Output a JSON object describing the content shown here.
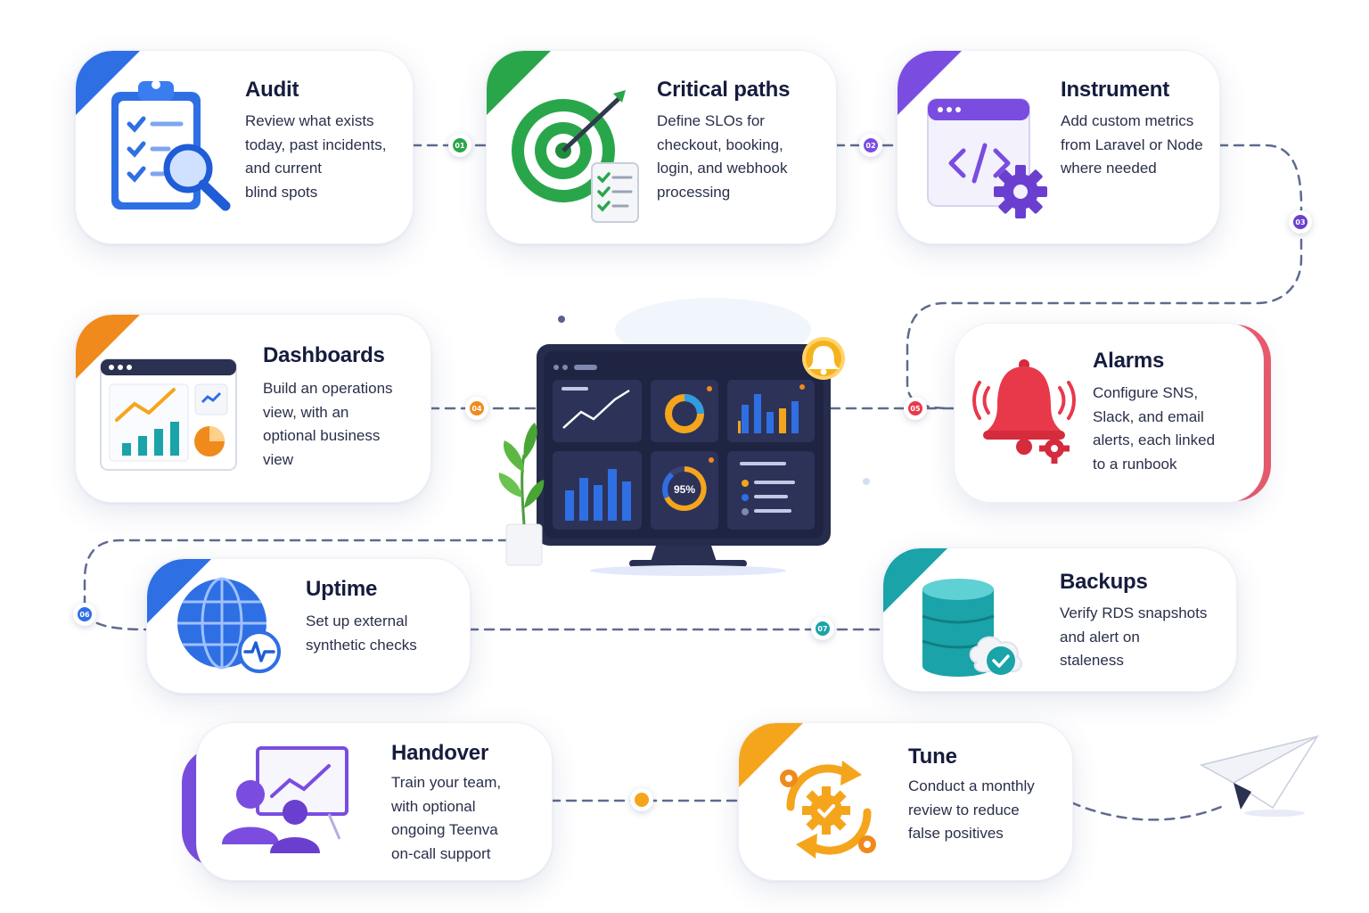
{
  "steps": [
    {
      "title": "Audit",
      "lines": [
        "Review what exists",
        "today, past incidents,",
        "and current",
        "blind spots"
      ],
      "badge": "01",
      "accent": "#2f6fe4"
    },
    {
      "title": "Critical paths",
      "lines": [
        "Define SLOs for",
        "checkout, booking,",
        "login, and webhook",
        "processing"
      ],
      "badge": "02",
      "accent": "#2aa64a"
    },
    {
      "title": "Instrument",
      "lines": [
        "Add custom metrics",
        "from Laravel or Node",
        "where needed"
      ],
      "badge": "03",
      "accent": "#7a4de0"
    },
    {
      "title": "Dashboards",
      "lines": [
        "Build an operations",
        "view, with an",
        "optional business",
        "view"
      ],
      "badge": "04",
      "accent": "#f08a1c"
    },
    {
      "title": "Alarms",
      "lines": [
        "Configure SNS,",
        "Slack, and email",
        "alerts, each linked",
        "to a runbook"
      ],
      "badge": "05",
      "accent": "#e8394b"
    },
    {
      "title": "Uptime",
      "lines": [
        "Set up external",
        "synthetic checks"
      ],
      "badge": "06",
      "accent": "#2f6fe4"
    },
    {
      "title": "Backups",
      "lines": [
        "Verify RDS snapshots",
        "and alert on",
        "staleness"
      ],
      "badge": "07",
      "accent": "#1aa3a8"
    },
    {
      "title": "Handover",
      "lines": [
        "Train your team,",
        "with optional",
        "ongoing Teenva",
        "on-call support"
      ],
      "badge": "",
      "accent": "#7a4de0"
    },
    {
      "title": "Tune",
      "lines": [
        "Conduct a monthly",
        "review to reduce",
        "false positives"
      ],
      "badge": "",
      "accent": "#f5a51c"
    }
  ],
  "dashboard": {
    "gauge_label": "95%"
  },
  "icons": {
    "audit": "clipboard-magnifier-icon",
    "critical_paths": "target-checklist-icon",
    "instrument": "code-window-gear-icon",
    "dashboards": "chart-window-icon",
    "alarms": "alarm-bell-icon",
    "uptime": "globe-pulse-icon",
    "backups": "database-cloud-check-icon",
    "handover": "team-presentation-icon",
    "tune": "gears-refresh-icon",
    "finish": "paper-plane-icon"
  }
}
